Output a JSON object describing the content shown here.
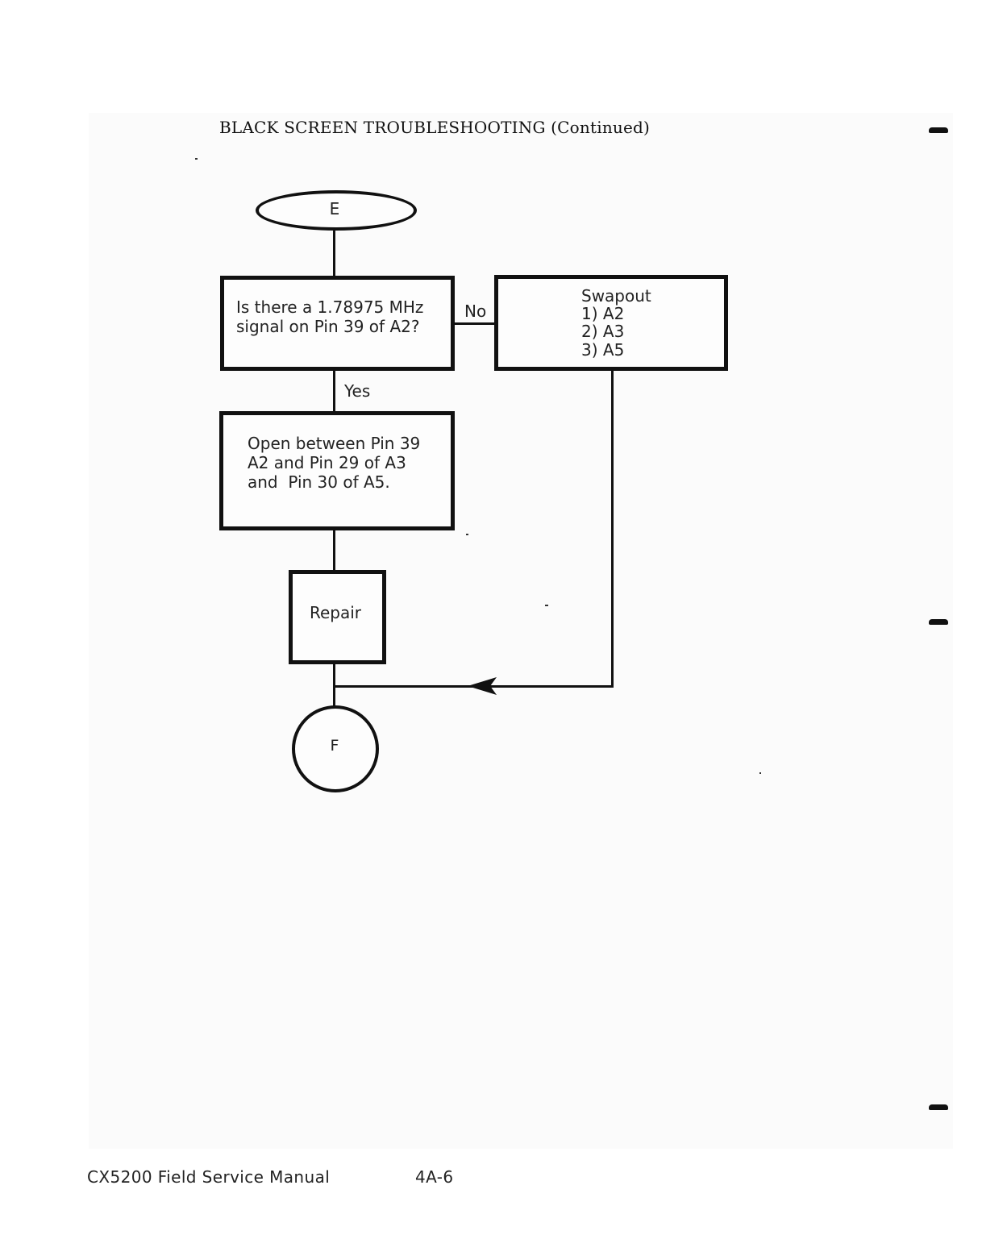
{
  "page": {
    "heading": "BLACK SCREEN TROUBLESHOOTING (Continued)",
    "footer_title": "CX5200 Field Service Manual",
    "page_number": "4A-6"
  },
  "flowchart": {
    "start_connector": "E",
    "decision": {
      "line1": "Is there a 1.78975 MHz",
      "line2": "signal on Pin 39 of A2?"
    },
    "no_label": "No",
    "yes_label": "Yes",
    "swapout": {
      "title": "Swapout",
      "items": [
        "1) A2",
        "2) A3",
        "3) A5"
      ]
    },
    "open_step": {
      "line1": "Open between Pin 39",
      "line2": "A2 and Pin 29 of A3",
      "line3": "and  Pin 30 of A5."
    },
    "repair_label": "Repair",
    "end_connector": "F"
  }
}
